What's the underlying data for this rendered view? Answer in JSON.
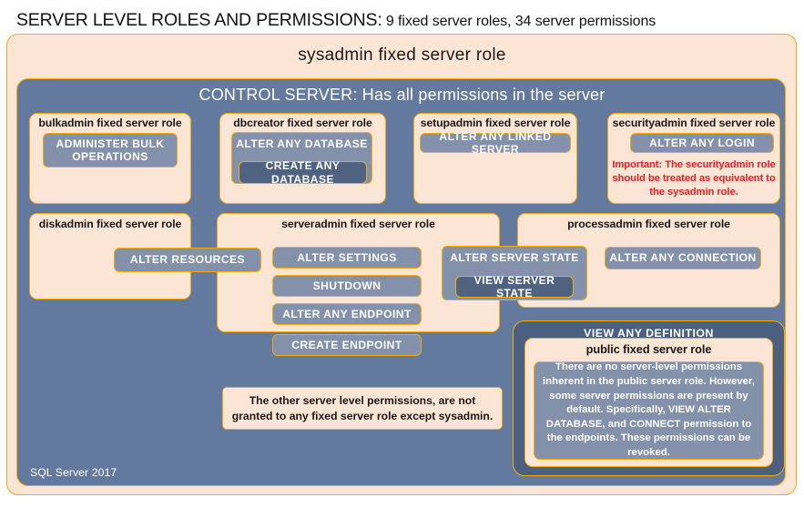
{
  "title": {
    "main": "SERVER LEVEL ROLES AND PERMISSIONS:",
    "sub": " 9 fixed server roles, 34 server permissions"
  },
  "sysadmin": {
    "label": "sysadmin  fixed  server  role"
  },
  "control_server": {
    "label": "CONTROL SERVER: Has all permissions in the server"
  },
  "roles": {
    "bulkadmin": {
      "label": "bulkadmin  fixed server role",
      "perm1": "ADMINISTER  BULK OPERATIONS"
    },
    "dbcreator": {
      "label": "dbcreator fixed server role",
      "perm1": "ALTER ANY DATABASE",
      "perm2": "CREATE  ANY DATABASE"
    },
    "setupadmin": {
      "label": "setupadmin fixed server role",
      "perm1": "ALTER ANY LINKED SERVER"
    },
    "securityadmin": {
      "label": "securityadmin  fixed server role",
      "perm1": "ALTER ANY LOGIN",
      "note": "Important:  The securityadmin role should  be treated as equivalent to the  sysadmin role."
    },
    "diskadmin": {
      "label": "diskadmin  fixed server role",
      "perm1": "ALTER RESOURCES"
    },
    "serveradmin": {
      "label": "serveradmin fixed server role",
      "perm1": "ALTER SETTINGS",
      "perm2": "SHUTDOWN",
      "perm3": "ALTER ANY ENDPOINT",
      "perm4": "CREATE  ENDPOINT"
    },
    "shared": {
      "alter_server_state": "ALTER SERVER  STATE",
      "view_server_state": "VIEW SERVER  STATE"
    },
    "processadmin": {
      "label": "processadmin fixed server role",
      "perm1": "ALTER ANY CONNECTION"
    },
    "public": {
      "view_any_definition": "VIEW  ANY DEFINITION",
      "label": "public  fixed server role",
      "description": "There are no server-level permissions inherent in the public server role. However, some server permissions are present by default. Specifically, VIEW ALTER DATABASE, and CONNECT permission to the endpoints. These permissions can be revoked."
    }
  },
  "notes": {
    "other_permissions": "The other server level permissions,  are not granted to any fixed server role except sysadmin."
  },
  "footer": {
    "version": "SQL Server 2017"
  },
  "colors": {
    "peach": "#fbe5d4",
    "slate": "#63799d",
    "dark_slate": "#4c5f7f",
    "perm_fill": "#8391ab",
    "perm_dark_fill": "#4f627f",
    "gold_border": "#f0ab16",
    "red_note": "#ec1c24",
    "text_dark": "#1a1a1a",
    "text_light": "#ffffff"
  }
}
